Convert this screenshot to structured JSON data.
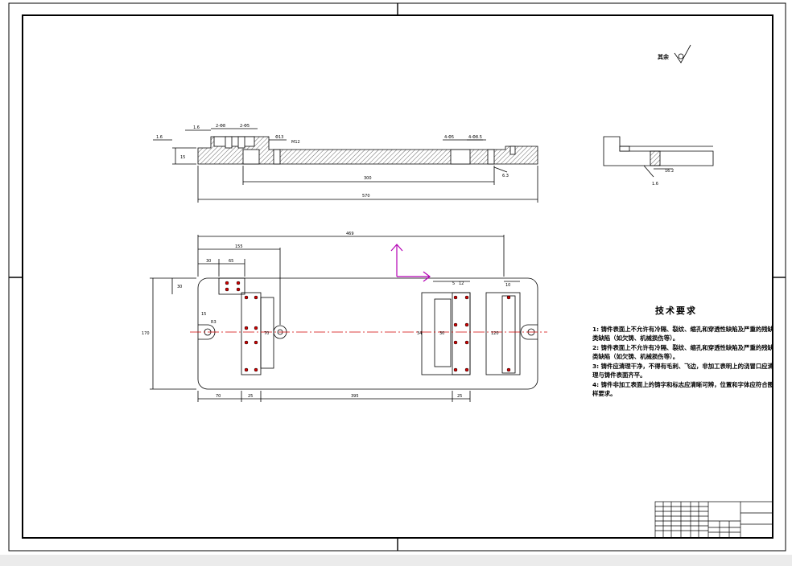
{
  "drawing": {
    "remaining_surface_label": "其余",
    "technical_requirements": {
      "title": "技术要求",
      "items": [
        "1: 铸件表面上不允许有冷隔、裂纹、缩孔和穿透性缺陷及严重的残缺类缺陷（如欠铸、机械损伤等）。",
        "2: 铸件表面上不允许有冷隔、裂纹、缩孔和穿透性缺陷及严重的残缺类缺陷（如欠铸、机械损伤等）。",
        "3: 铸件应清理干净，不得有毛刺、飞边，非加工表明上的浇冒口应清理与铸件表面齐平。",
        "4: 铸件非加工表面上的铸字和标志应清晰可辨，位置和字体应符合图样要求。"
      ]
    },
    "section_view": {
      "roughness": [
        "1.6",
        "1.6",
        "6.3"
      ],
      "dims": {
        "height": "15",
        "hole_left_a": "2-Φ8",
        "hole_left_b": "2-Φ5",
        "hole_mid": "Φ13",
        "mid_small": "M12",
        "hole_right_a": "4-Φ5",
        "hole_right_b": "4-Φ8.5",
        "inner_length": "300",
        "overall_length": "570"
      }
    },
    "detail_view": {
      "roughness": "1.6",
      "dim": "16.2"
    },
    "plan_view": {
      "dims": {
        "top_span": "469",
        "left_span": "155",
        "small_a": "30",
        "small_b": "65",
        "edge": "30",
        "left_offset": "15",
        "height_total": "170",
        "notch": "R3",
        "right_small_a": "5",
        "right_small_b": "12",
        "right_end": "10",
        "bottom_a": "70",
        "bottom_b": "25",
        "bottom_mid": "395",
        "bottom_c": "25",
        "inner_a": "70",
        "inner_b": "30",
        "inner_c": "34",
        "inner_d": "120"
      }
    }
  }
}
